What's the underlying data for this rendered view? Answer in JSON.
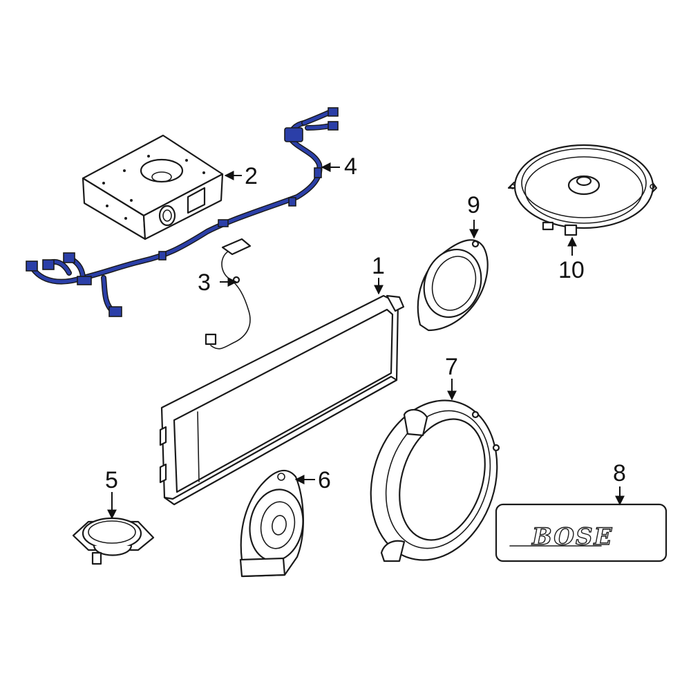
{
  "diagram": {
    "colors": {
      "line": "#1a1a1a",
      "highlight": "#2b3fa8",
      "background": "#ffffff"
    },
    "callouts": [
      {
        "id": "1",
        "label": "1"
      },
      {
        "id": "2",
        "label": "2"
      },
      {
        "id": "3",
        "label": "3"
      },
      {
        "id": "4",
        "label": "4"
      },
      {
        "id": "5",
        "label": "5"
      },
      {
        "id": "6",
        "label": "6"
      },
      {
        "id": "7",
        "label": "7"
      },
      {
        "id": "8",
        "label": "8"
      },
      {
        "id": "9",
        "label": "9"
      },
      {
        "id": "10",
        "label": "10"
      }
    ],
    "emblem_text": "BOSE"
  }
}
